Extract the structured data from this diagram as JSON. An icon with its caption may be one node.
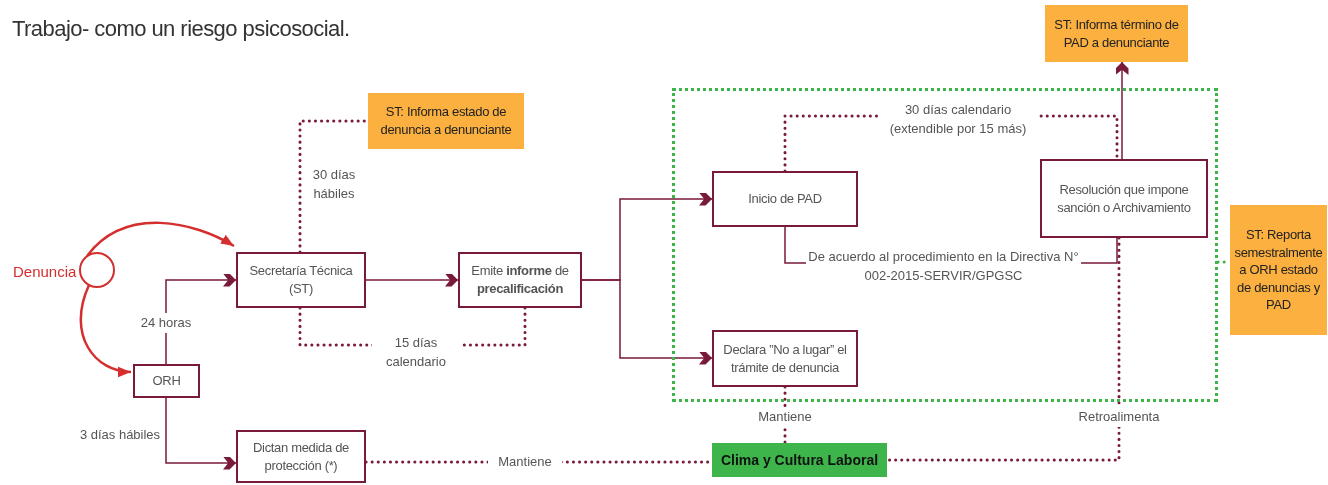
{
  "diagram": {
    "nodes": [
      {
        "text": [],
        "shape": "circle",
        "beside": [
          "Denuncia"
        ]
      },
      {
        "text": [
          "Secretaría Técnica (ST)"
        ]
      },
      {
        "text": [
          "ORH"
        ]
      },
      {
        "text": [
          "Emite **informe** de **precalificación**"
        ]
      },
      {
        "text": [
          "ST: Informa estado de denuncia a denunciante"
        ]
      },
      {
        "text": [
          "Dictan medida de protección (*)"
        ]
      },
      {
        "text": [],
        "shape": "box"
      },
      {
        "text": [
          "Inicio de PAD"
        ],
        "in": 6
      },
      {
        "text": [
          "Resolución que impone sanción o Archivamiento"
        ],
        "in": 6
      },
      {
        "text": [
          "Declara ”No a lugar” el trámite de denuncia"
        ],
        "in": 6
      },
      {
        "text": [
          "ST: Informa término de PAD a denunciante"
        ]
      },
      {
        "text": [
          "ST: Reporta semestralmente a ORH estado de denuncias y PAD"
        ]
      },
      {
        "text": [
          "Clima y Cultura Laboral"
        ]
      }
    ],
    "edges": [
      {
        "from": 0,
        "to": 1,
        "arrow": "to",
        "color": "#d42e2e"
      },
      {
        "from": 0,
        "to": 2,
        "arrow": "to",
        "color": "#d42e2e"
      },
      {
        "from": 2,
        "to": 1,
        "arrow": "to",
        "label": "24 horas"
      },
      {
        "from": 2,
        "to": 5,
        "arrow": "to",
        "label": "3 días hábiles"
      },
      {
        "from": 1,
        "to": 3,
        "arrow": "to"
      },
      {
        "from": 3,
        "to": 7,
        "arrow": "to"
      },
      {
        "from": 3,
        "to": 9,
        "arrow": "to"
      },
      {
        "from": 8,
        "to": 10,
        "arrow": "to"
      },
      {
        "from": 6,
        "to": 11,
        "arrow": "none",
        "style": "dashed",
        "color": "#3db54a"
      },
      {
        "from": 1,
        "to": 4,
        "arrow": "none",
        "style": "dashed",
        "label": "30 días hábiles"
      },
      {
        "from": 1,
        "to": 3,
        "arrow": "none",
        "style": "dashed",
        "label": "15 días calendario"
      },
      {
        "from": 7,
        "to": 8,
        "arrow": "none",
        "style": "dashed",
        "label": "30 días calendario (extendible por 15 más)"
      },
      {
        "from": 7,
        "to": 8,
        "arrow": "none",
        "label": "De acuerdo al procedimiento en la Directiva N° 002-2015-SERVIR/GPGSC"
      },
      {
        "from": 5,
        "to": 12,
        "arrow": "none",
        "style": "dashed",
        "label": "Mantiene"
      },
      {
        "from": 9,
        "to": 12,
        "arrow": "none",
        "style": "dashed",
        "label": "Mantiene"
      },
      {
        "from": 8,
        "to": 12,
        "arrow": "none",
        "style": "dashed",
        "label": "Retroalimenta"
      }
    ],
    "labels": [
      "Trabajo- como un riesgo psicosocial."
    ]
  }
}
